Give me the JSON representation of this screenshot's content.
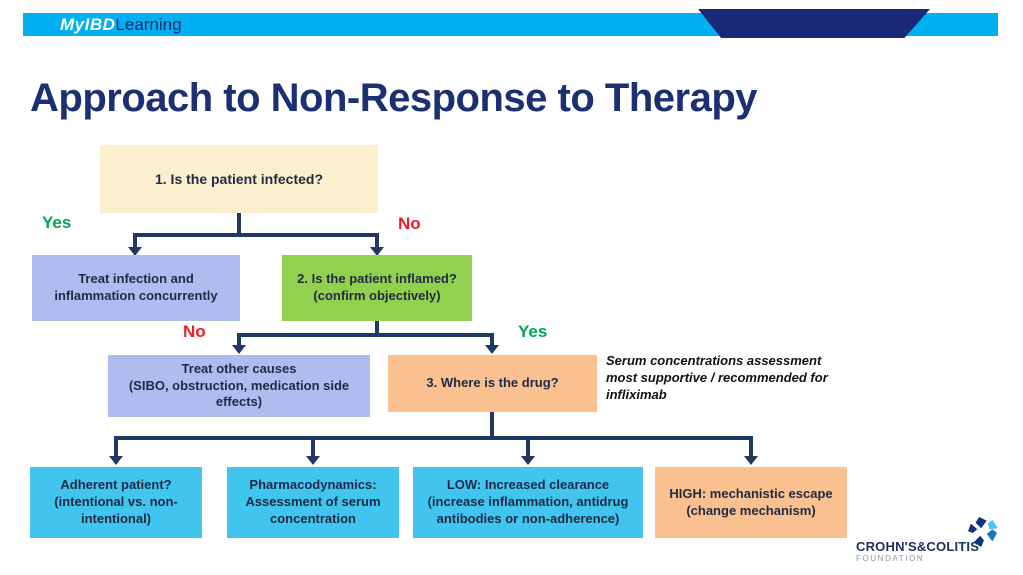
{
  "header": {
    "brand_part1": "MyIBD",
    "brand_part2": "Learning",
    "bar_color": "#00B0F0",
    "accent_shape_color": "#192878"
  },
  "title": {
    "text": "Approach to Non-Response to Therapy",
    "color": "#1B2F72"
  },
  "colors": {
    "connector_line": "#1F3864",
    "yes_label": "#00A651",
    "no_label": "#ED1C24",
    "node_cream": "#FBEFCD",
    "node_lavender": "#AEBCEF",
    "node_green": "#92D050",
    "node_orange": "#FAC090",
    "node_cyan": "#41C5EF"
  },
  "flowchart": {
    "q1": "1. Is the patient infected?",
    "yes1": "Yes",
    "no1": "No",
    "treat_infection": "Treat infection and\ninflammation concurrently",
    "q2": "2. Is the patient inflamed?\n(confirm objectively)",
    "no2": "No",
    "yes2": "Yes",
    "treat_other": "Treat other causes\n(SIBO, obstruction, medication side\neffects)",
    "q3": "3. Where is the drug?",
    "note": "Serum concentrations assessment\nmost supportive / recommended for\ninfliximab",
    "adherent": "Adherent patient?\n(intentional vs. non-\nintentional)",
    "pharmacodynamics": "Pharmacodynamics:\nAssessment of serum\nconcentration",
    "low": "LOW: Increased clearance\n(increase inflammation, antidrug\nantibodies or non-adherence)",
    "high": "HIGH: mechanistic escape\n(change mechanism)"
  },
  "footer": {
    "org_name": "CROHN'S&COLITIS",
    "org_subtitle": "FOUNDATION"
  }
}
